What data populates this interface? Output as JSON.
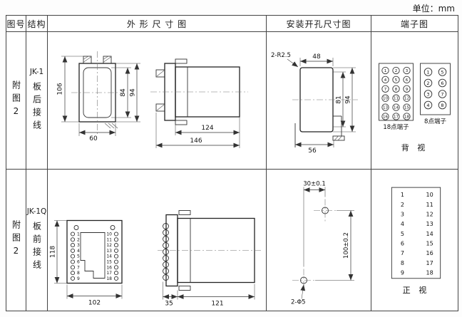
{
  "unit_label": "单位：mm",
  "headers": {
    "fig_no": "图号",
    "structure": "结构",
    "outline": "外 形 尺 寸 图",
    "install": "安装开孔尺寸图",
    "terminal": "端子图"
  },
  "row1": {
    "fig_no": "附图2",
    "model": "JK-1",
    "wiring": "板后接线",
    "front": {
      "dim_total_h": "106",
      "dim_inner_h": "84",
      "dim_case_h": "94",
      "dim_w": "60"
    },
    "side": {
      "dim_body": "124",
      "dim_total": "146"
    },
    "install": {
      "radius_note": "2-R2.5",
      "dim_top": "48",
      "dim_inner_h": "81",
      "dim_total_h": "94",
      "dim_bottom": "56"
    },
    "terminal18": {
      "label": "18点端子",
      "numbers": [
        1,
        2,
        3,
        4,
        5,
        6,
        7,
        8,
        9,
        10,
        11,
        12,
        13,
        14,
        15,
        16,
        17,
        18
      ]
    },
    "terminal8": {
      "label": "8点端子",
      "numbers": [
        1,
        5,
        2,
        6,
        3,
        7,
        4,
        8
      ]
    },
    "view_label": "背 视"
  },
  "row2": {
    "fig_no": "附图2",
    "model": "JK-1Q",
    "wiring": "板前接线",
    "front": {
      "dim_h": "118",
      "dim_w": "102",
      "left_numbers": [
        1,
        2,
        3,
        4,
        5,
        6,
        7,
        8,
        9
      ],
      "right_numbers": [
        10,
        11,
        12,
        13,
        14,
        15,
        16,
        17,
        18
      ]
    },
    "side": {
      "dim_flange": "35",
      "dim_body": "121"
    },
    "install": {
      "dim_x": "30±0.1",
      "dim_y": "100±0.2",
      "hole_note": "2-Φ5"
    },
    "terminal": {
      "left_numbers": [
        1,
        2,
        3,
        4,
        5,
        6,
        7,
        8,
        9
      ],
      "right_numbers": [
        10,
        11,
        12,
        13,
        14,
        15,
        16,
        17,
        18
      ],
      "view_label": "正 视"
    }
  }
}
